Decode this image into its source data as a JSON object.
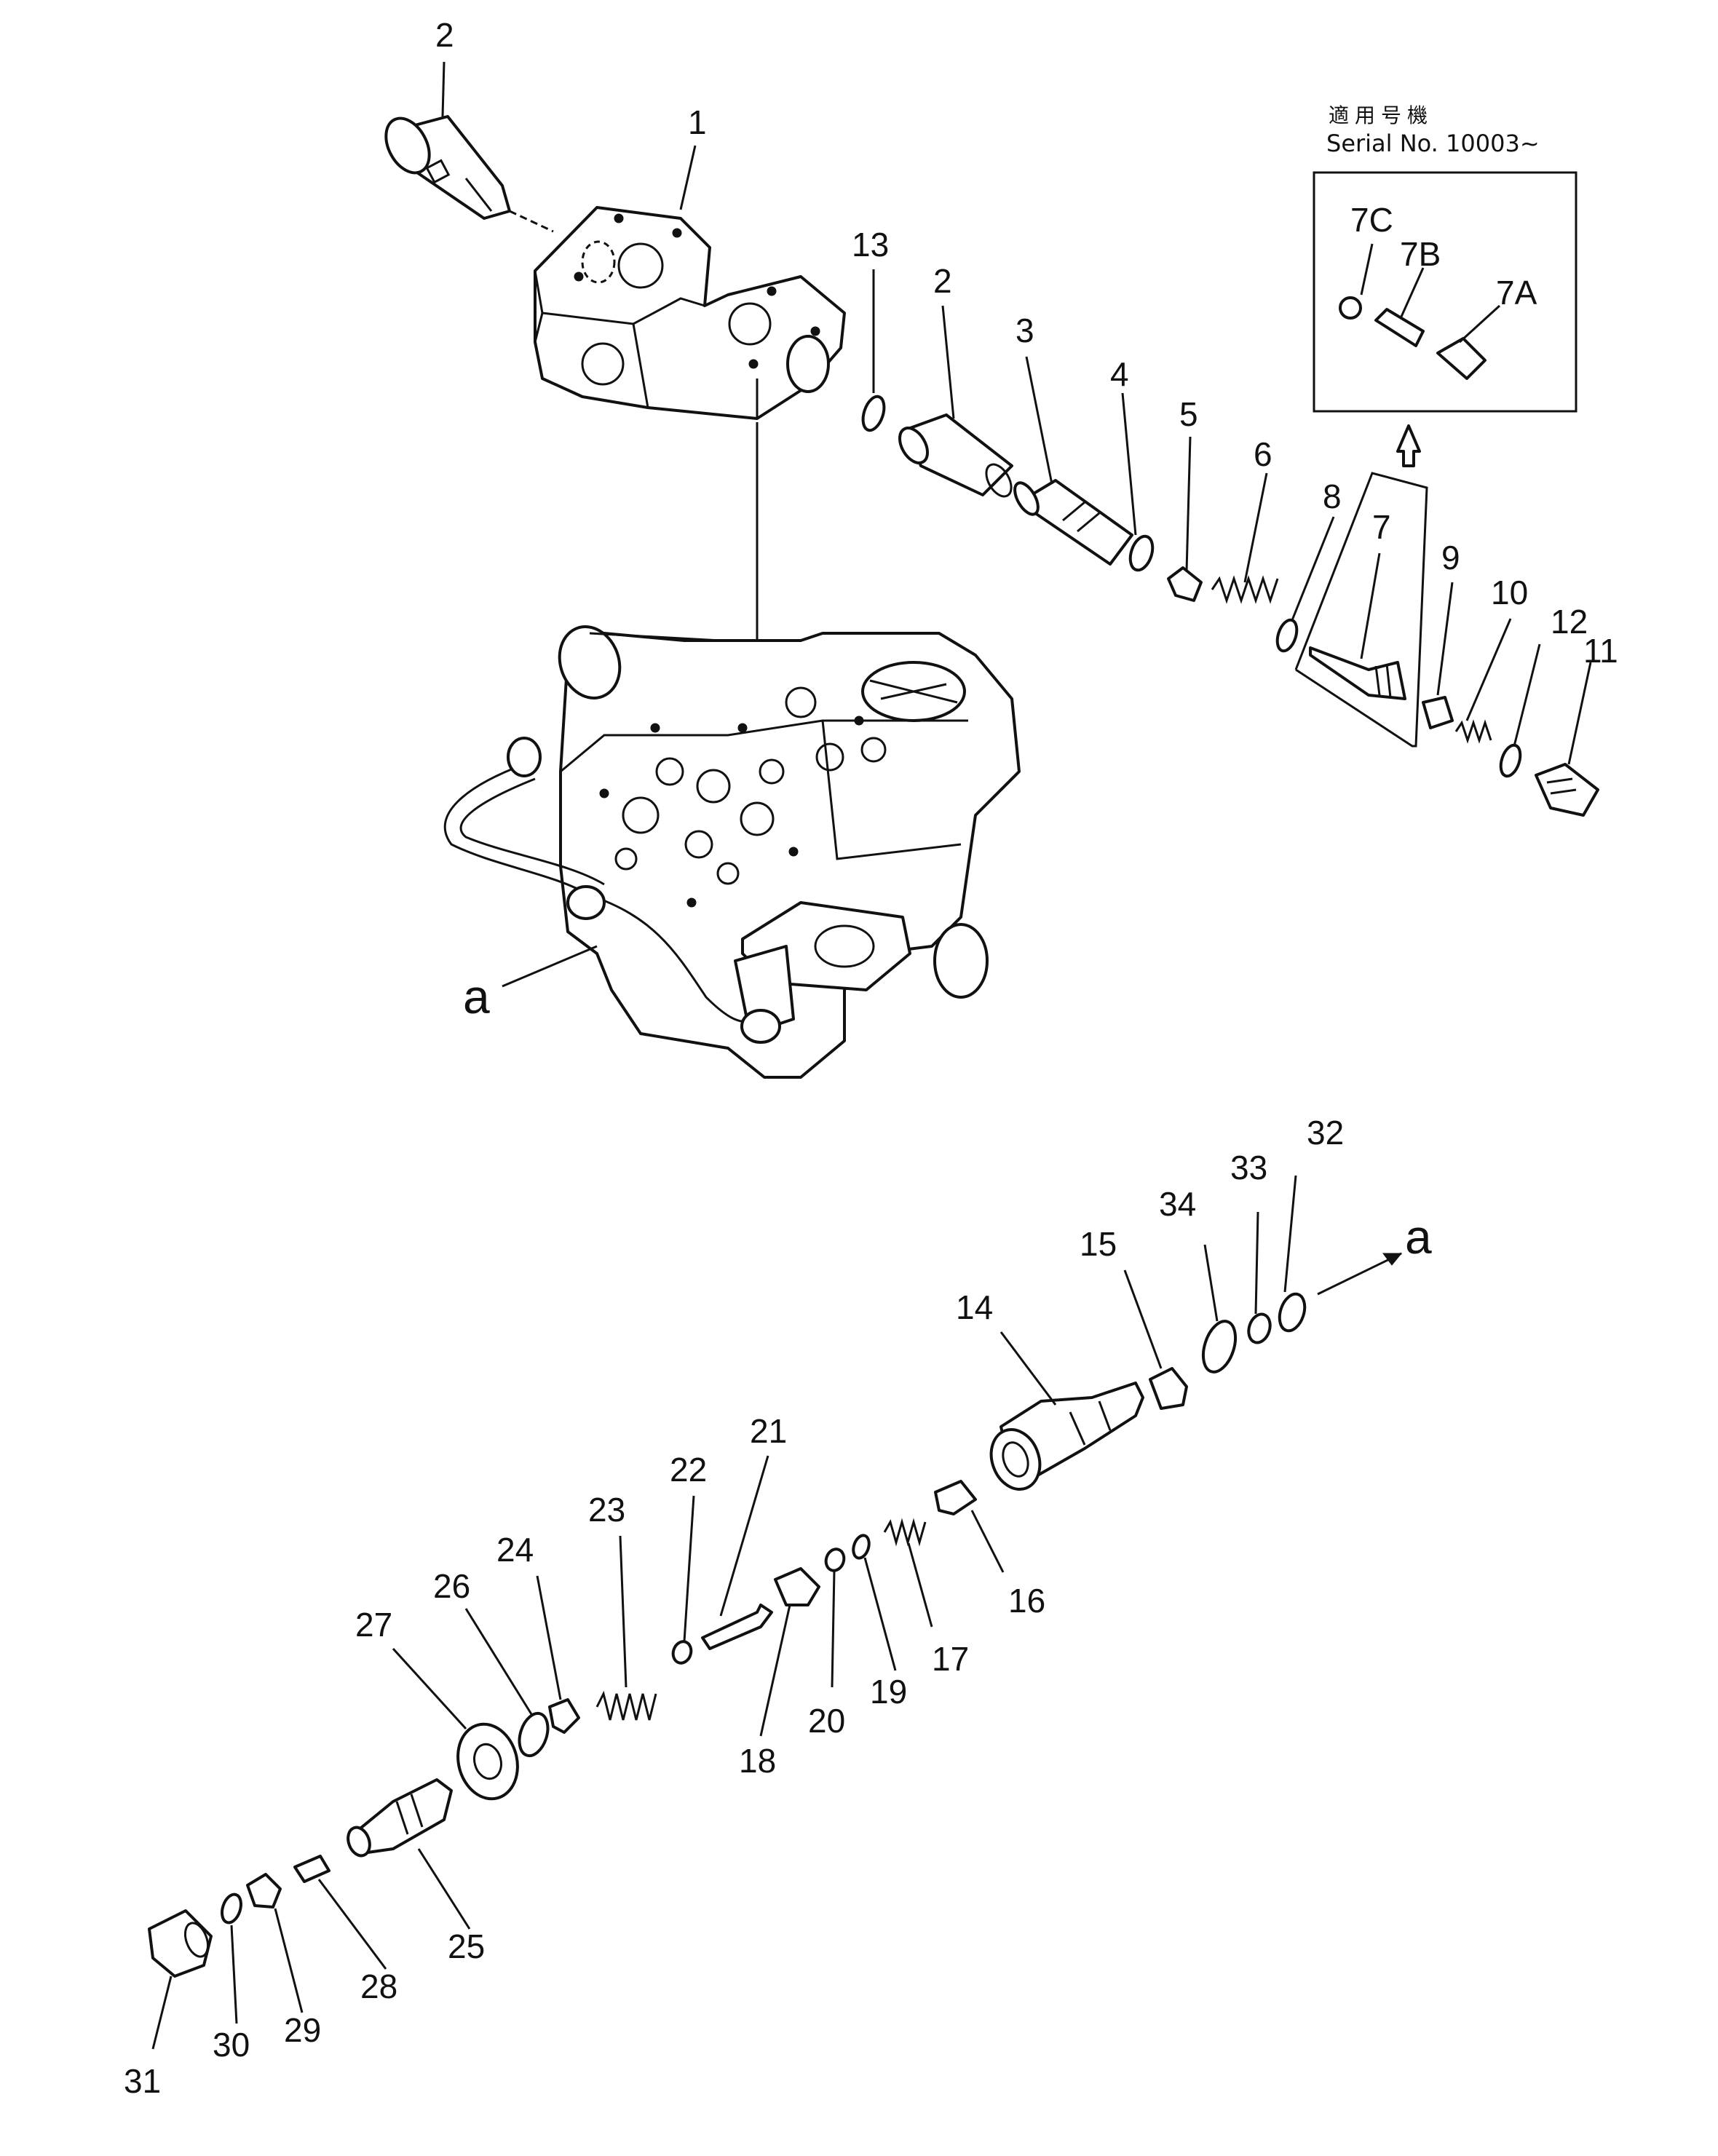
{
  "inset": {
    "header_jp": "適用号機",
    "header_serial": "Serial No. 10003~",
    "labels": [
      "7C",
      "7B",
      "7A"
    ]
  },
  "callouts": {
    "c1": "1",
    "c2_top": "2",
    "c2_mid": "2",
    "c3": "3",
    "c4": "4",
    "c5": "5",
    "c6": "6",
    "c7": "7",
    "c8": "8",
    "c9": "9",
    "c10": "10",
    "c11": "11",
    "c12": "12",
    "c13": "13",
    "c14": "14",
    "c15": "15",
    "c16": "16",
    "c17": "17",
    "c18": "18",
    "c19": "19",
    "c20": "20",
    "c21": "21",
    "c22": "22",
    "c23": "23",
    "c24": "24",
    "c25": "25",
    "c26": "26",
    "c27": "27",
    "c28": "28",
    "c29": "29",
    "c30": "30",
    "c31": "31",
    "c32": "32",
    "c33": "33",
    "c34": "34"
  },
  "ref_marks": {
    "a_left": "a",
    "a_right": "a"
  }
}
